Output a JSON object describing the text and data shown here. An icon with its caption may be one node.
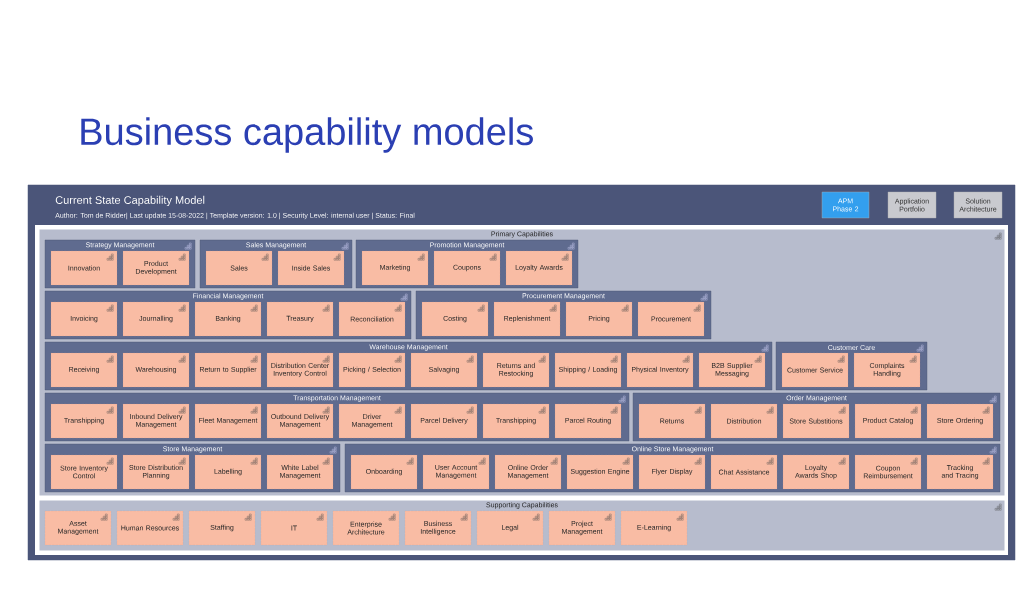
{
  "diagram": {
    "title": "Business capability models",
    "nodes": [
      {
        "text": [
          "Current State Capability Model",
          "Author: Tom de Ridder| Last update 15-08-2022 | Template version: 1.0 | Security Level: internal user | Status: Final"
        ]
      },
      {
        "text": [
          "APM Phase 2"
        ],
        "in": 0
      },
      {
        "text": [
          "Application Portfolio"
        ],
        "in": 0
      },
      {
        "text": [
          "Solution Architecture"
        ],
        "in": 0
      },
      {
        "text": [
          "Primary Capabilities"
        ],
        "in": 0
      },
      {
        "text": [
          "Strategy Management"
        ],
        "in": 4
      },
      {
        "text": [
          "Innovation"
        ],
        "in": 5
      },
      {
        "text": [
          "Product Development"
        ],
        "in": 5
      },
      {
        "text": [
          "Sales Management"
        ],
        "in": 4
      },
      {
        "text": [
          "Sales"
        ],
        "in": 8
      },
      {
        "text": [
          "Inside Sales"
        ],
        "in": 8
      },
      {
        "text": [
          "Promotion Management"
        ],
        "in": 4
      },
      {
        "text": [
          "Marketing"
        ],
        "in": 11
      },
      {
        "text": [
          "Coupons"
        ],
        "in": 11
      },
      {
        "text": [
          "Loyalty Awards"
        ],
        "in": 11
      },
      {
        "text": [
          "Financial Management"
        ],
        "in": 4
      },
      {
        "text": [
          "Invoicing"
        ],
        "in": 15
      },
      {
        "text": [
          "Journalling"
        ],
        "in": 15
      },
      {
        "text": [
          "Banking"
        ],
        "in": 15
      },
      {
        "text": [
          "Treasury"
        ],
        "in": 15
      },
      {
        "text": [
          "Reconciliation"
        ],
        "in": 15
      },
      {
        "text": [
          "Procurement Management"
        ],
        "in": 4
      },
      {
        "text": [
          "Costing"
        ],
        "in": 21
      },
      {
        "text": [
          "Replenishment"
        ],
        "in": 21
      },
      {
        "text": [
          "Pricing"
        ],
        "in": 21
      },
      {
        "text": [
          "Procurement"
        ],
        "in": 21
      },
      {
        "text": [
          "Warehouse Management"
        ],
        "in": 4
      },
      {
        "text": [
          "Receiving"
        ],
        "in": 26
      },
      {
        "text": [
          "Warehousing"
        ],
        "in": 26
      },
      {
        "text": [
          "Return to Supplier"
        ],
        "in": 26
      },
      {
        "text": [
          "Distribution Center Inventory Control"
        ],
        "in": 26
      },
      {
        "text": [
          "Picking / Selection"
        ],
        "in": 26
      },
      {
        "text": [
          "Salvaging"
        ],
        "in": 26
      },
      {
        "text": [
          "Returns and Restocking"
        ],
        "in": 26
      },
      {
        "text": [
          "Shipping / Loading"
        ],
        "in": 26
      },
      {
        "text": [
          "Physical Inventory"
        ],
        "in": 26
      },
      {
        "text": [
          "B2B Supplier Messaging"
        ],
        "in": 26
      },
      {
        "text": [
          "Customer Care"
        ],
        "in": 4
      },
      {
        "text": [
          "Customer Service"
        ],
        "in": 37
      },
      {
        "text": [
          "Complaints Handling"
        ],
        "in": 37
      },
      {
        "text": [
          "Transportation Management"
        ],
        "in": 4
      },
      {
        "text": [
          "Transhipping"
        ],
        "in": 40
      },
      {
        "text": [
          "Inbound Delivery Management"
        ],
        "in": 40
      },
      {
        "text": [
          "Fleet Management"
        ],
        "in": 40
      },
      {
        "text": [
          "Outbound Delivery Management"
        ],
        "in": 40
      },
      {
        "text": [
          "Driver Management"
        ],
        "in": 40
      },
      {
        "text": [
          "Parcel Delivery"
        ],
        "in": 40
      },
      {
        "text": [
          "Transhipping"
        ],
        "in": 40
      },
      {
        "text": [
          "Parcel Routing"
        ],
        "in": 40
      },
      {
        "text": [
          "Order Management"
        ],
        "in": 4
      },
      {
        "text": [
          "Returns"
        ],
        "in": 49
      },
      {
        "text": [
          "Distribution"
        ],
        "in": 49
      },
      {
        "text": [
          "Store Substitions"
        ],
        "in": 49
      },
      {
        "text": [
          "Product Catalog"
        ],
        "in": 49
      },
      {
        "text": [
          "Store Ordering"
        ],
        "in": 49
      },
      {
        "text": [
          "Store Management"
        ],
        "in": 4
      },
      {
        "text": [
          "Store Inventory Control"
        ],
        "in": 55
      },
      {
        "text": [
          "Store Distribution Planning"
        ],
        "in": 55
      },
      {
        "text": [
          "Labelling"
        ],
        "in": 55
      },
      {
        "text": [
          "White Label Management"
        ],
        "in": 55
      },
      {
        "text": [
          "Online Store Management"
        ],
        "in": 4
      },
      {
        "text": [
          "Onboarding"
        ],
        "in": 60
      },
      {
        "text": [
          "User Account Management"
        ],
        "in": 60
      },
      {
        "text": [
          "Online Order Management"
        ],
        "in": 60
      },
      {
        "text": [
          "Suggestion Engine"
        ],
        "in": 60
      },
      {
        "text": [
          "Flyer Display"
        ],
        "in": 60
      },
      {
        "text": [
          "Chat Assistance"
        ],
        "in": 60
      },
      {
        "text": [
          "Loyalty Awards Shop"
        ],
        "in": 60
      },
      {
        "text": [
          "Coupon Reimbursement"
        ],
        "in": 60
      },
      {
        "text": [
          "Tracking and Tracing"
        ],
        "in": 60
      },
      {
        "text": [
          "Supporting Capabilities"
        ],
        "in": 0
      },
      {
        "text": [
          "Asset Management"
        ],
        "in": 70
      },
      {
        "text": [
          "Human Resources"
        ],
        "in": 70
      },
      {
        "text": [
          "Staffing"
        ],
        "in": 70
      },
      {
        "text": [
          "IT"
        ],
        "in": 70
      },
      {
        "text": [
          "Enterprise Architecture"
        ],
        "in": 70
      },
      {
        "text": [
          "Business Intelligence"
        ],
        "in": 70
      },
      {
        "text": [
          "Legal"
        ],
        "in": 70
      },
      {
        "text": [
          "Project Management"
        ],
        "in": 70
      },
      {
        "text": [
          "E-Learning"
        ],
        "in": 70
      }
    ]
  }
}
